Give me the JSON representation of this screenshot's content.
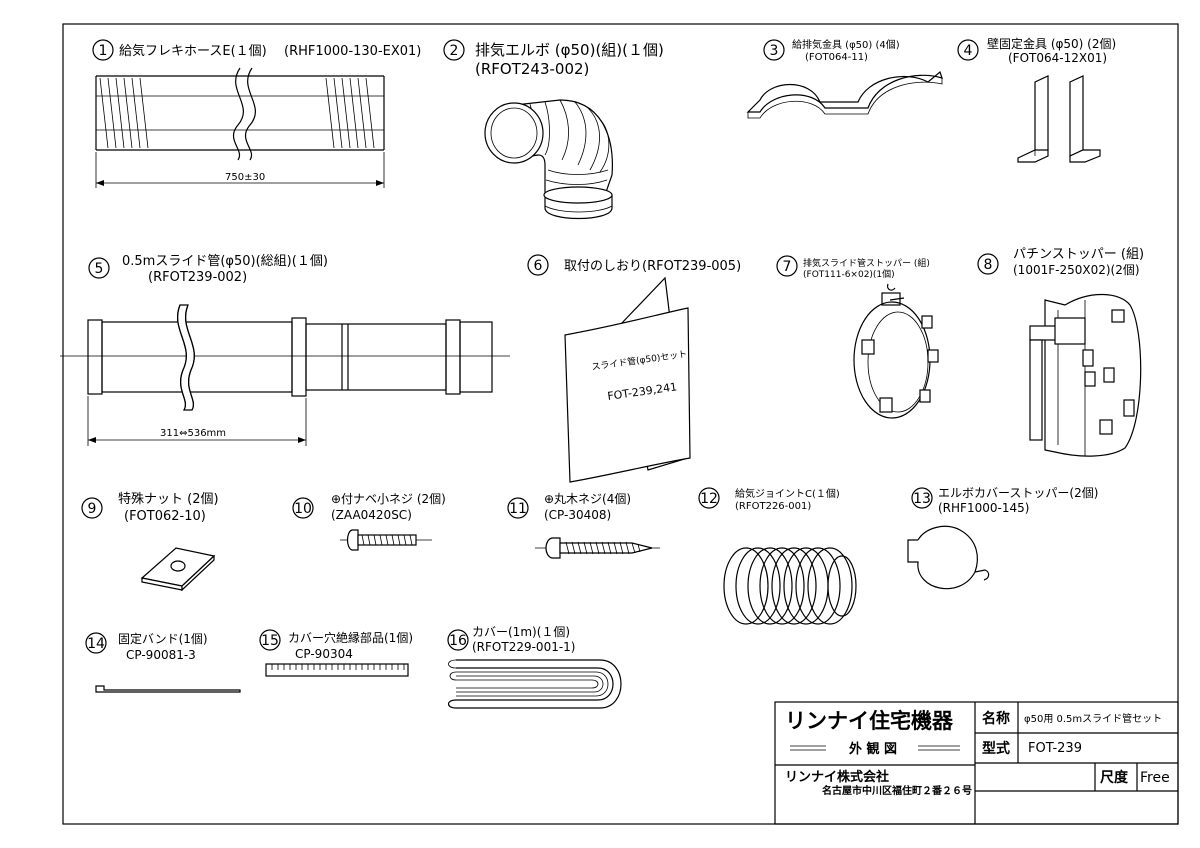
{
  "parts": [
    {
      "no": "1",
      "name": "給気フレキホースE(１個)",
      "code": "(RHF1000-130-EX01)",
      "dim": "750±30"
    },
    {
      "no": "2",
      "name": "排気エルボ (φ50)(組)(１個)",
      "code": "(RFOT243-002)"
    },
    {
      "no": "3",
      "name": "給排気金具 (φ50) (4個)",
      "code": "(FOT064-11)"
    },
    {
      "no": "4",
      "name": "壁固定金具 (φ50) (2個)",
      "code": "(FOT064-12X01)"
    },
    {
      "no": "5",
      "name": "0.5mスライド管(φ50)(総組)(１個)",
      "code": "(RFOT239-002)",
      "dim": "311⇔536mm"
    },
    {
      "no": "6",
      "name": "取付のしおり(RFOT239-005)",
      "code": "",
      "booklet_line1": "スライド管(φ50)セット",
      "booklet_line2": "FOT-239,241"
    },
    {
      "no": "7",
      "name": "排気スライド管ストッパー (組)",
      "code": "(FOT111-6×02)(1個)"
    },
    {
      "no": "8",
      "name": "パチンストッパー (組)",
      "code": "(1001F-250X02)(2個)"
    },
    {
      "no": "9",
      "name": "特殊ナット (2個)",
      "code": "(FOT062-10)"
    },
    {
      "no": "10",
      "name": "⊕付ナベ小ネジ (2個)",
      "code": "(ZAA0420SC)"
    },
    {
      "no": "11",
      "name": "⊕丸木ネジ(4個)",
      "code": "(CP-30408)"
    },
    {
      "no": "12",
      "name": "給気ジョイントC(１個)",
      "code": "(RFOT226-001)"
    },
    {
      "no": "13",
      "name": "エルボカバーストッパー(2個)",
      "code": "(RHF1000-145)"
    },
    {
      "no": "14",
      "name": "固定バンド(1個)",
      "code": "CP-90081-3"
    },
    {
      "no": "15",
      "name": "カバー穴絶縁部品(1個)",
      "code": "CP-90304"
    },
    {
      "no": "16",
      "name": "カバー(1m)(１個)",
      "code": "(RFOT229-001-1)"
    }
  ],
  "title_block": {
    "company_logo": "リンナイ住宅機器",
    "drawing_type": "外 観 図",
    "company_name": "リンナイ株式会社",
    "address": "名古屋市中川区福住町２番２６号",
    "name_label": "名称",
    "name_value": "φ50用 0.5mスライド管セット",
    "model_label": "型式",
    "model_value": "FOT-239",
    "scale_label": "尺度",
    "scale_value": "Free"
  }
}
